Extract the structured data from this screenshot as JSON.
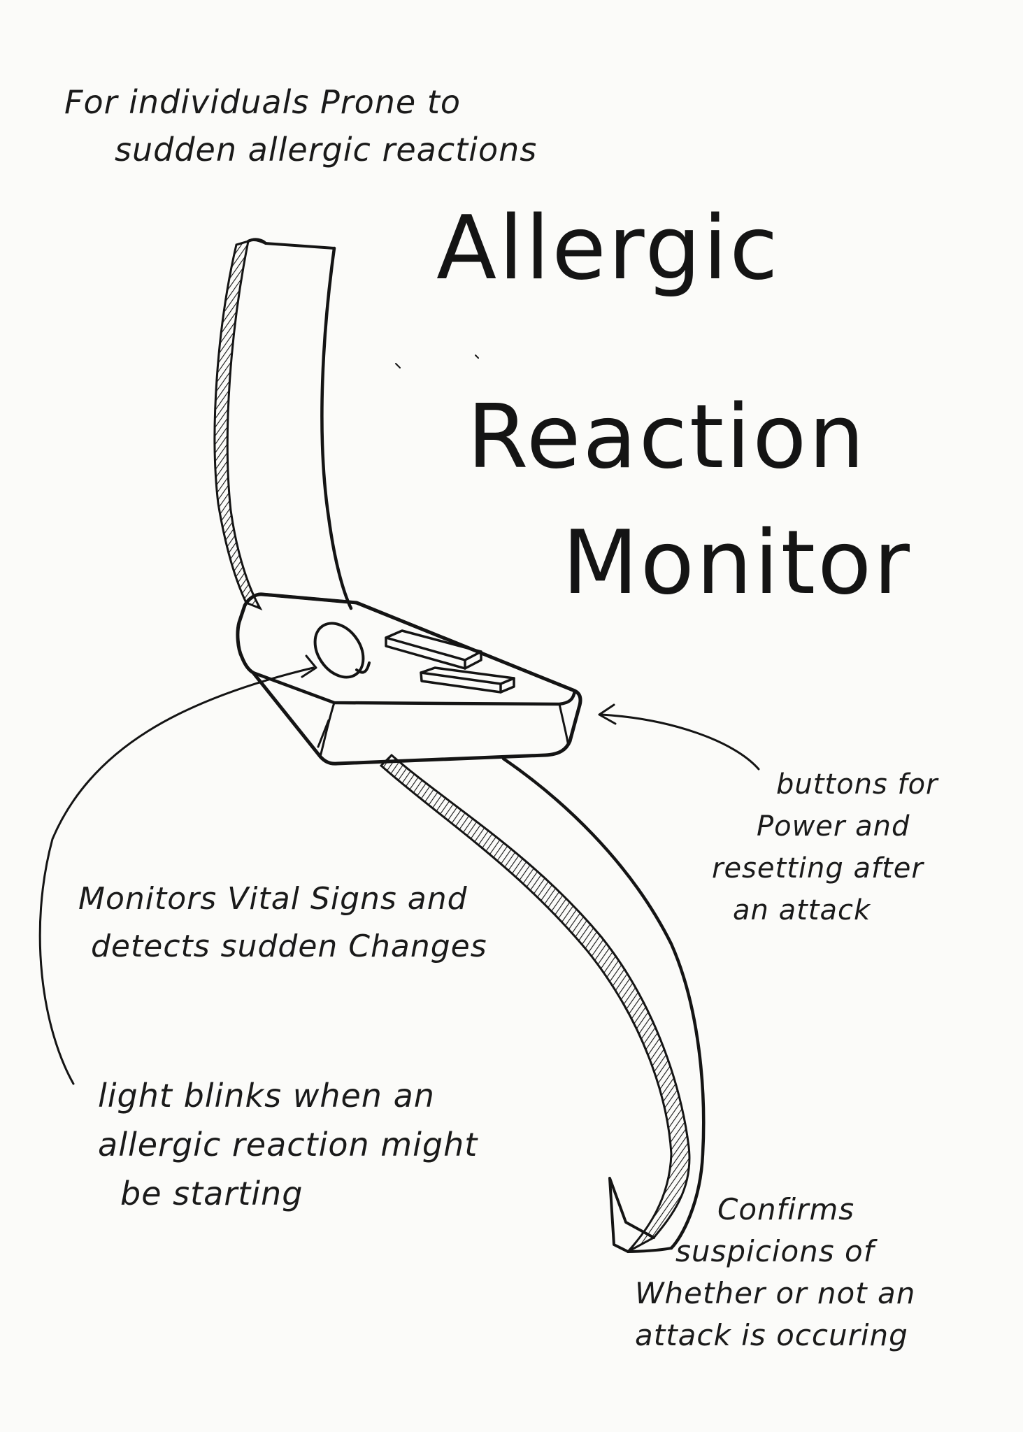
{
  "title": {
    "line1": "Allergic",
    "line2": "Reaction",
    "line3": "Monitor"
  },
  "intro": {
    "line1": "For individuals Prone to",
    "line2": "sudden allergic reactions"
  },
  "annotations": {
    "buttons": {
      "line1": "buttons for",
      "line2": "Power and",
      "line3": "resetting after",
      "line4": "an attack"
    },
    "monitors": {
      "line1": "Monitors Vital Signs and",
      "line2": "detects sudden Changes"
    },
    "light": {
      "line1": "light blinks when an",
      "line2": "allergic reaction might",
      "line3": "be starting"
    },
    "confirms": {
      "line1": "Confirms",
      "line2": "suspicions of",
      "line3": "Whether or not an",
      "line4": "attack is occuring"
    }
  },
  "colors": {
    "ink": "#141414",
    "paper": "#fbfbf9"
  },
  "icons": [
    "wristband-device-sketch",
    "light-button-sketch",
    "control-buttons-sketch",
    "pointer-arrow"
  ]
}
